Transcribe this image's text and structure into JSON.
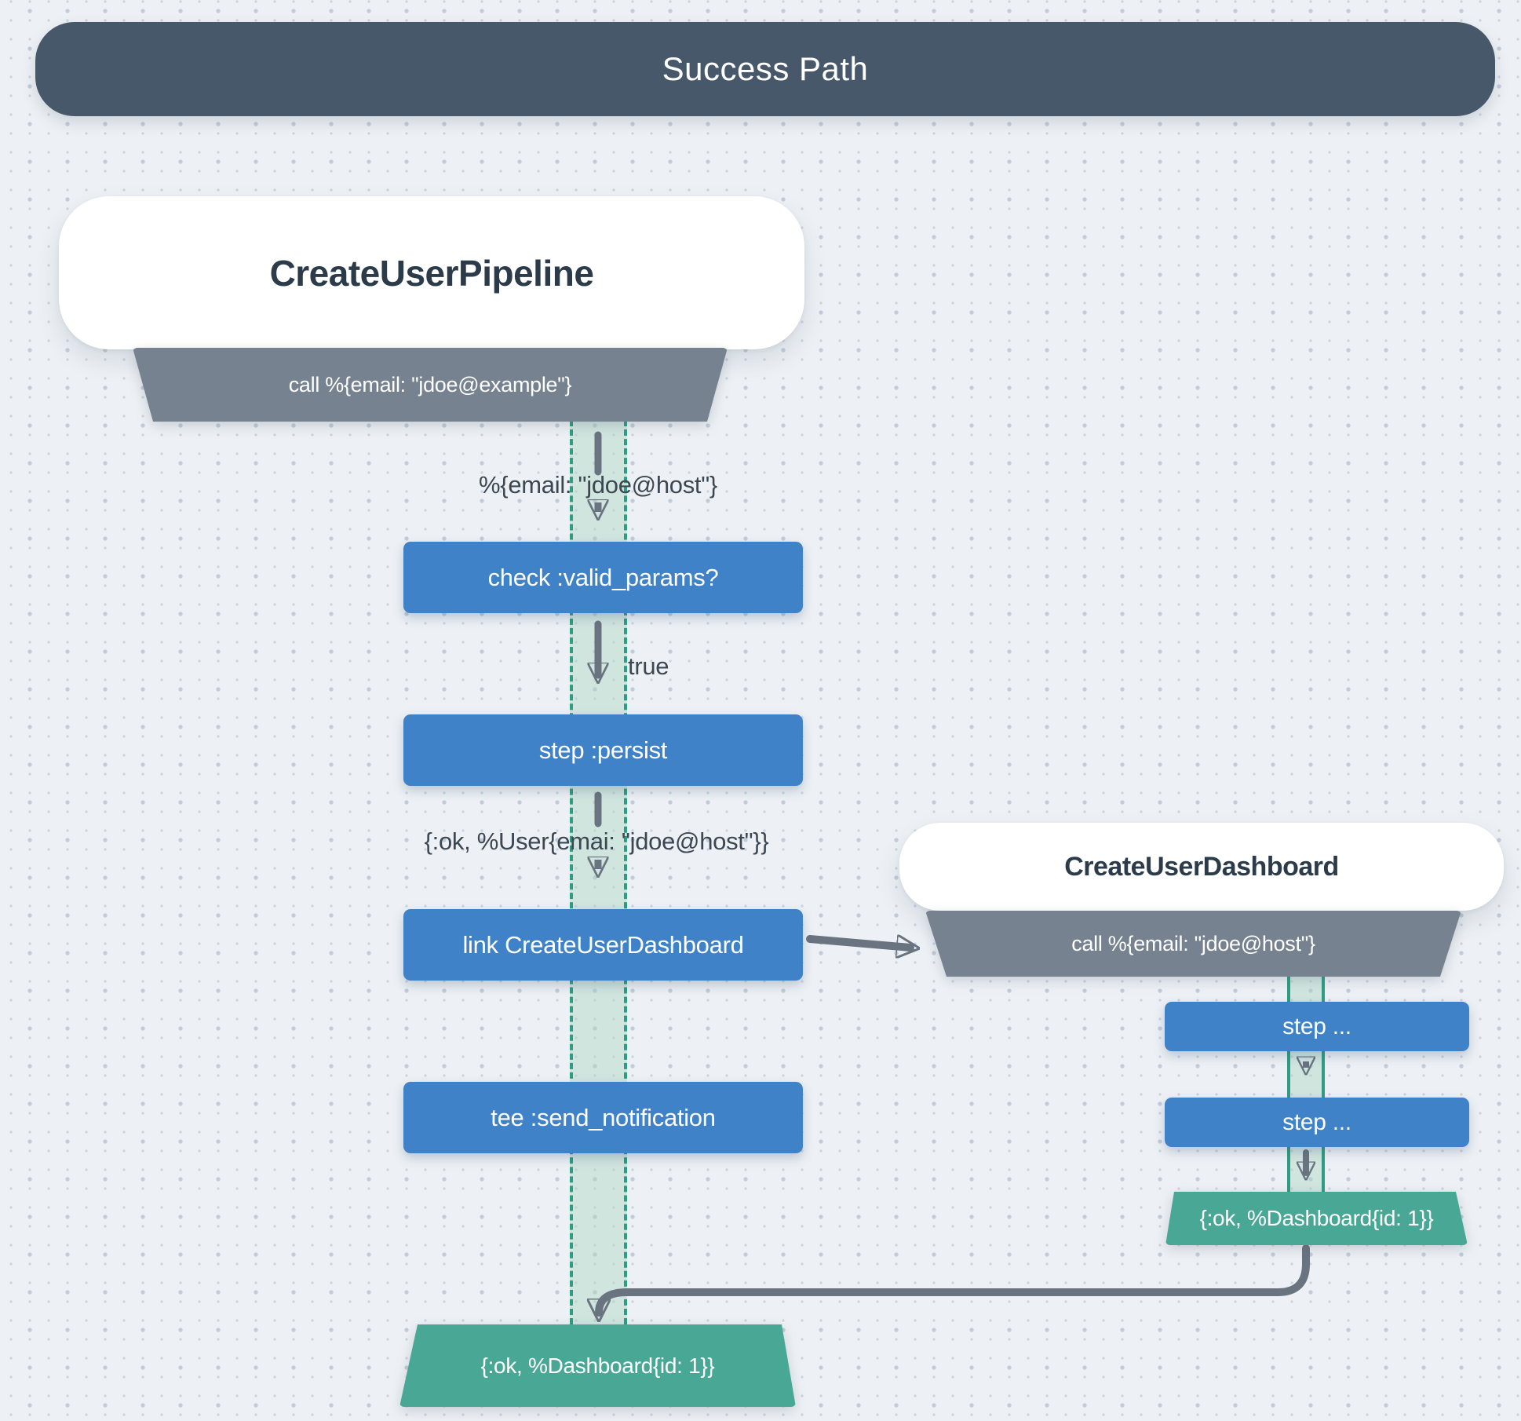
{
  "header": {
    "title": "Success Path"
  },
  "main_pipeline": {
    "title": "CreateUserPipeline",
    "call_input": "call %{email: \"jdoe@example\"}",
    "edge_labels": {
      "params": "%{email: \"jdoe@host\"}",
      "check_result": "true",
      "persist_result": "{:ok, %User{emai: \"jdoe@host\"}}"
    },
    "nodes": {
      "check": "check :valid_params?",
      "persist": "step :persist",
      "link": "link CreateUserDashboard",
      "tee": "tee :send_notification"
    },
    "output": "{:ok, %Dashboard{id: 1}}"
  },
  "sub_pipeline": {
    "title": "CreateUserDashboard",
    "call_input": "call %{email: \"jdoe@host\"}",
    "nodes": {
      "step1": "step ...",
      "step2": "step ..."
    },
    "output": "{:ok, %Dashboard{id: 1}}"
  },
  "colors": {
    "header_bg": "#46586a",
    "node_blue": "#3f82c8",
    "call_gray": "#76828f",
    "output_teal": "#49a795",
    "track_fill": "rgba(172,213,194,0.42)",
    "track_border": "#2e9d83",
    "arrow_gray": "#6a7480",
    "label_text": "#3c4752",
    "title_text": "#2c3b49",
    "card_bg": "#ffffff",
    "background": "#edf1f5",
    "dot_small": "#ccd4df",
    "dot_large": "#c2cbdb"
  }
}
